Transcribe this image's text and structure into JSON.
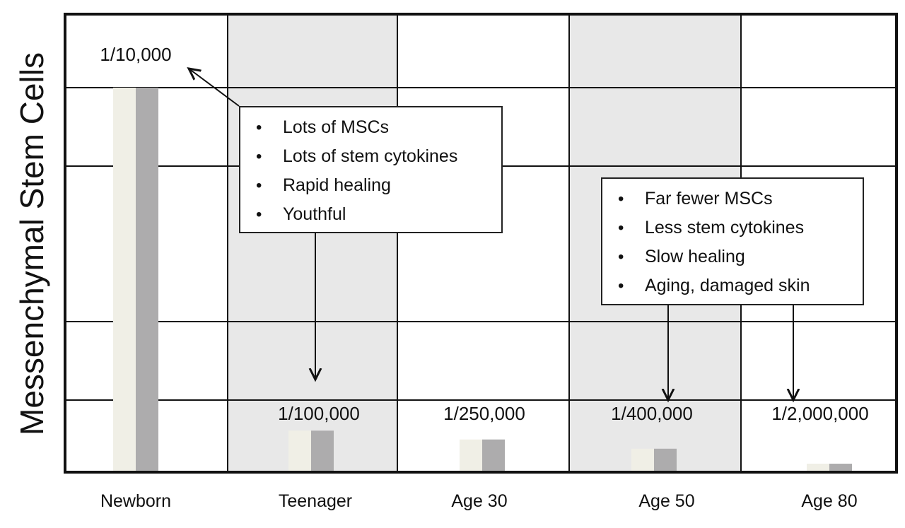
{
  "chart_data": {
    "type": "bar",
    "title": "",
    "ylabel": "Messenchymal Stem Cells",
    "xlabel": "",
    "categories": [
      "Newborn",
      "Teenager",
      "Age 30",
      "Age 50",
      "Age 80"
    ],
    "value_labels": [
      "1/10,000",
      "1/100,000",
      "1/250,000",
      "1/400,000",
      "1/2,000,000"
    ],
    "series": [
      {
        "name": "light",
        "color": "#f0efe6",
        "values": [
          100,
          10.8,
          8.5,
          6.1,
          2.2
        ]
      },
      {
        "name": "gray",
        "color": "#adacad",
        "values": [
          100,
          10.8,
          8.5,
          6.1,
          2.2
        ]
      }
    ],
    "ylim": [
      0,
      100
    ],
    "grid": true,
    "callouts": [
      {
        "items": [
          "Lots of MSCs",
          "Lots of stem cytokines",
          "Rapid healing",
          "Youthful"
        ]
      },
      {
        "items": [
          "Far fewer MSCs",
          "Less stem cytokines",
          "Slow healing",
          "Aging, damaged skin"
        ]
      }
    ]
  }
}
